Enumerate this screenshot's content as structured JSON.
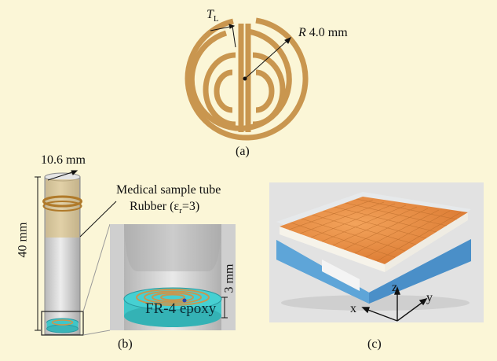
{
  "panel_a": {
    "tl_label": "T",
    "tl_sub": "L",
    "radius_label": "R 4.0 mm",
    "caption": "(a)"
  },
  "panel_b": {
    "width_label": "10.6 mm",
    "height_label": "40 mm",
    "tube_label": "Medical sample tube",
    "rubber_label": "Rubber (ε",
    "rubber_sub": "r",
    "rubber_tail": "=3)",
    "thickness_label": "3 mm",
    "substrate_label": "FR-4 epoxy",
    "caption": "(b)"
  },
  "panel_c": {
    "axis_x": "x",
    "axis_y": "y",
    "axis_z": "z",
    "caption": "(c)"
  },
  "colors": {
    "background": "#fbf6d7",
    "copper": "#c9964f",
    "substrate": "#3fc6c8",
    "tube_glass": "#d8d8d8",
    "rack_blue": "#5aa3d6",
    "cap_orange": "#e9893f"
  }
}
